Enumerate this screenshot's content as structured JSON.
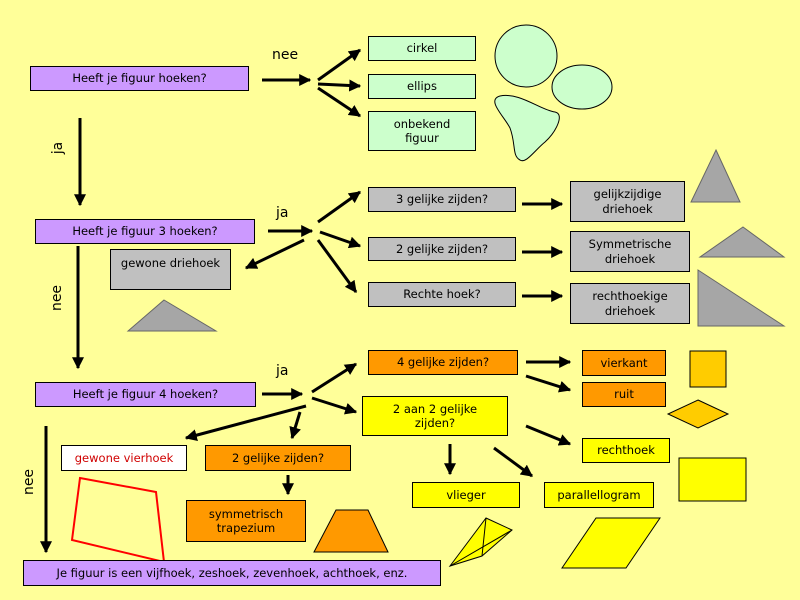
{
  "questions": {
    "q1": "Heeft je figuur hoeken?",
    "q2": "Heeft je figuur 3 hoeken?",
    "q3": "Heeft je figuur 4 hoeken?",
    "end": "Je figuur is een vijfhoek, zeshoek, zevenhoek, achthoek, enz."
  },
  "labels": {
    "yes": "ja",
    "no": "nee"
  },
  "curved": [
    "cirkel",
    "ellips",
    "onbekend figuur"
  ],
  "triangles": {
    "checks": [
      "3 gelijke zijden?",
      "2 gelijke zijden?",
      "Rechte hoek?"
    ],
    "results": [
      "gelijkzijdige driehoek",
      "Symmetrische driehoek",
      "rechthoekige driehoek"
    ],
    "normal": "gewone driehoek"
  },
  "quads": {
    "check_four": "4 gelijke zijden?",
    "check_pairs": "2 aan 2 gelijke zijden?",
    "square": "vierkant",
    "rhombus": "ruit",
    "rectangle": "rechthoek",
    "kite": "vlieger",
    "parallelogram": "parallellogram",
    "normal": "gewone vierhoek",
    "check_two": "2 gelijke zijden?",
    "trapezium": "symmetrisch trapezium"
  },
  "colors": {
    "background": "#ffff99",
    "question": "#cc99ff",
    "curved": "#ccffcc",
    "triangle": "#c0c0c0",
    "quad_orange": "#ff9900",
    "quad_yellow": "#ffff00",
    "quad_outline": "#ff0000"
  }
}
